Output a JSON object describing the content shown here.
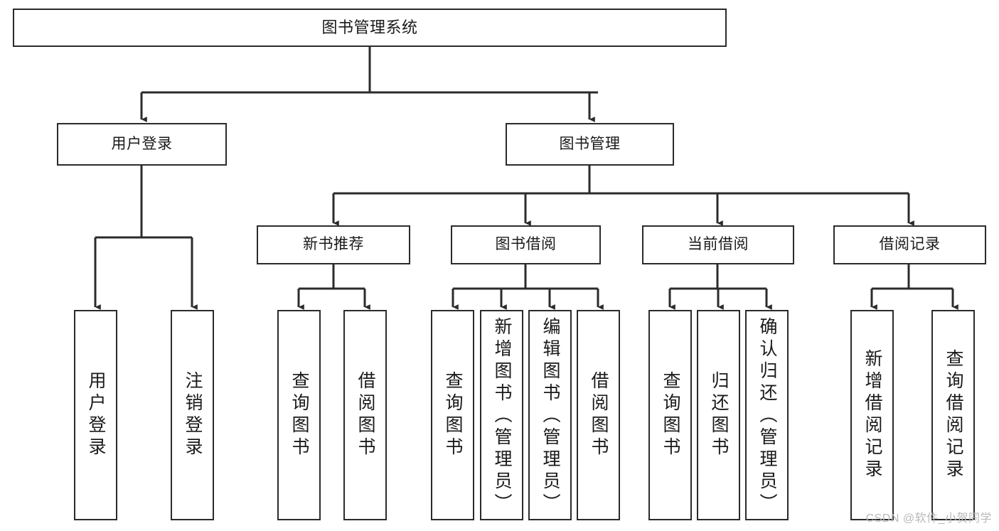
{
  "diagram": {
    "title": "图书管理系统",
    "type": "hierarchy-tree",
    "watermark": "CSDN @软件_小贺同学",
    "colors": {
      "stroke": "#2b2b2b",
      "fill": "#ffffff",
      "text": "#1a1a1a",
      "watermark": "#b9b9bd"
    },
    "levels": {
      "level0": [
        {
          "id": "root",
          "label": "图书管理系统"
        }
      ],
      "level1": [
        {
          "id": "user-login",
          "label": "用户登录"
        },
        {
          "id": "book-manage",
          "label": "图书管理"
        }
      ],
      "level2": [
        {
          "id": "new-book-rec",
          "label": "新书推荐"
        },
        {
          "id": "book-borrow",
          "label": "图书借阅"
        },
        {
          "id": "current-borrow",
          "label": "当前借阅"
        },
        {
          "id": "borrow-record",
          "label": "借阅记录"
        }
      ],
      "level3": [
        {
          "id": "leaf-user-login",
          "label": "用户登录",
          "parent": "user-login"
        },
        {
          "id": "leaf-user-logout",
          "label": "注销登录",
          "parent": "user-login"
        },
        {
          "id": "leaf-query-book-1",
          "label": "查询图书",
          "parent": "new-book-rec"
        },
        {
          "id": "leaf-borrow-book-1",
          "label": "借阅图书",
          "parent": "new-book-rec"
        },
        {
          "id": "leaf-query-book-2",
          "label": "查询图书",
          "parent": "book-borrow"
        },
        {
          "id": "leaf-add-book",
          "label": "新增图书（管理员）",
          "parent": "book-borrow"
        },
        {
          "id": "leaf-edit-book",
          "label": "编辑图书（管理员）",
          "parent": "book-borrow"
        },
        {
          "id": "leaf-borrow-book-2",
          "label": "借阅图书",
          "parent": "book-borrow"
        },
        {
          "id": "leaf-query-book-3",
          "label": "查询图书",
          "parent": "current-borrow"
        },
        {
          "id": "leaf-return-book",
          "label": "归还图书",
          "parent": "current-borrow"
        },
        {
          "id": "leaf-confirm-return",
          "label": "确认归还（管理员）",
          "parent": "current-borrow"
        },
        {
          "id": "leaf-add-record",
          "label": "新增借阅记录",
          "parent": "borrow-record"
        },
        {
          "id": "leaf-query-record",
          "label": "查询借阅记录",
          "parent": "borrow-record"
        }
      ]
    }
  }
}
